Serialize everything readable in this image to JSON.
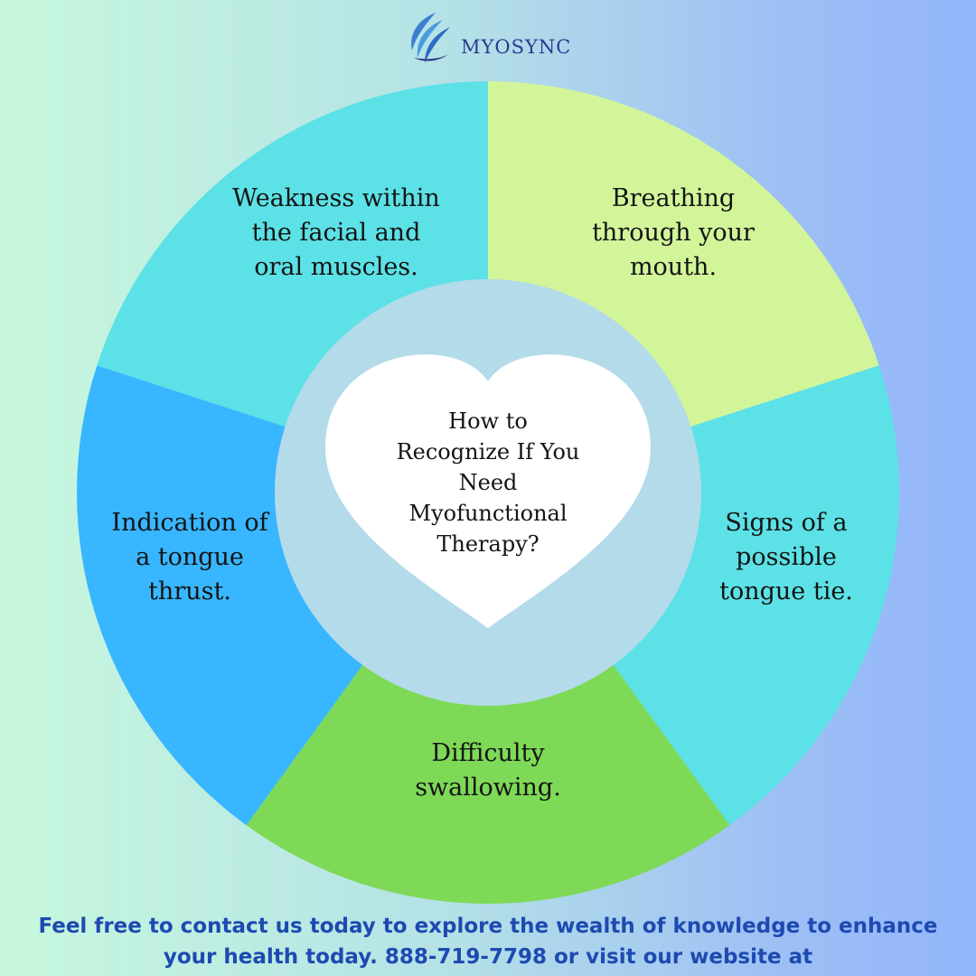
{
  "brand": {
    "name": "MYOSYNC"
  },
  "colors": {
    "cyan": "#5ce1e6",
    "lime": "#d2f59a",
    "blue": "#38b6ff",
    "green": "#7ed957",
    "inner": "#b3dbea",
    "heart": "#ffffff",
    "footer_text": "#1d4ab1",
    "logo": "#3b7fd0"
  },
  "wheel": {
    "center_title": [
      "How to",
      "Recognize If You",
      "Need",
      "Myofunctional",
      "Therapy?"
    ],
    "segments": [
      {
        "label": [
          "Breathing",
          "through your",
          "mouth."
        ],
        "color": "#d2f59a"
      },
      {
        "label": [
          "Signs of a",
          "possible",
          "tongue tie."
        ],
        "color": "#5ce1e6"
      },
      {
        "label": [
          "Difficulty",
          "swallowing."
        ],
        "color": "#7ed957"
      },
      {
        "label": [
          "Indication of",
          "a tongue",
          "thrust."
        ],
        "color": "#38b6ff"
      },
      {
        "label": [
          "Weakness within",
          "the facial and",
          "oral muscles."
        ],
        "color": "#5ce1e6"
      }
    ]
  },
  "footer": {
    "line1": "Feel free to contact us today to explore the wealth of knowledge to enhance",
    "line2": "your health today. 888-719-7798 or visit our website at"
  }
}
